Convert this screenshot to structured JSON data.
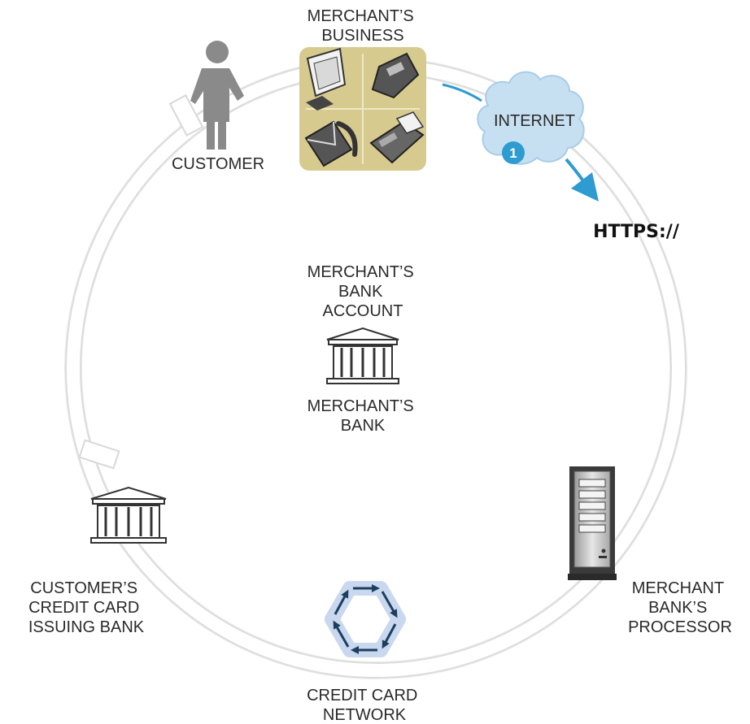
{
  "nodes": {
    "merchant_business": {
      "label": [
        "MERCHANT’S",
        "BUSINESS"
      ]
    },
    "customer": {
      "label": [
        "CUSTOMER"
      ]
    },
    "internet": {
      "label": [
        "INTERNET"
      ],
      "step": "1"
    },
    "https": {
      "label": "HTTPS://"
    },
    "merchant_bank_account": {
      "label": [
        "MERCHANT’S",
        "BANK",
        "ACCOUNT"
      ]
    },
    "merchant_bank": {
      "label": [
        "MERCHANT’S",
        "BANK"
      ]
    },
    "issuing_bank": {
      "label": [
        "CUSTOMER’S",
        "CREDIT CARD",
        "ISSUING BANK"
      ]
    },
    "processor": {
      "label": [
        "MERCHANT",
        "BANK’S",
        "PROCESSOR"
      ]
    },
    "card_network": {
      "label": [
        "CREDIT CARD",
        "NETWORK"
      ]
    }
  },
  "colors": {
    "accent": "#2e9bd1",
    "cloud": "#c6e0f2",
    "panel": "#d6ca8e",
    "figure": "#8a8a8a",
    "ring": "#e8e8e8"
  }
}
